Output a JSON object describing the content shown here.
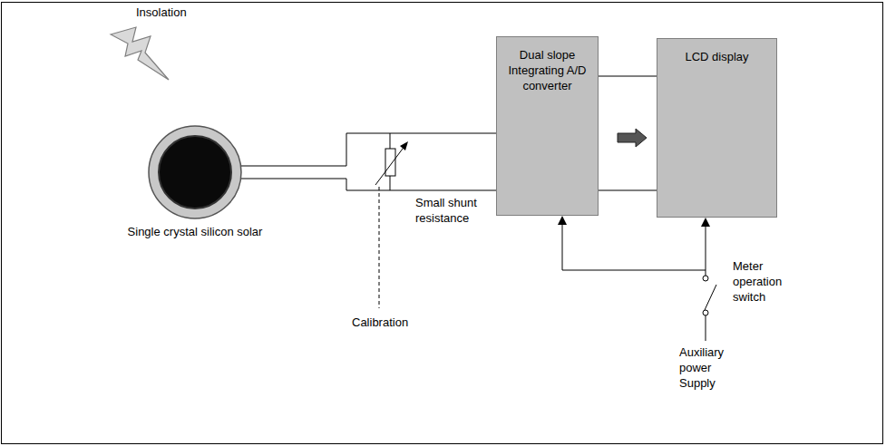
{
  "diagram": {
    "nodes": [
      {
        "text": [
          "Single crystal silicon solar"
        ]
      },
      {
        "text": [
          "Dual slope Integrating A/D converter"
        ]
      },
      {
        "text": [
          "LCD display"
        ]
      }
    ],
    "edges": [
      {
        "from": 0,
        "to": 1,
        "arrow": "none"
      },
      {
        "from": 0,
        "to": 1,
        "arrow": "none"
      },
      {
        "from": 1,
        "to": 2,
        "arrow": "none"
      },
      {
        "from": 1,
        "to": 2,
        "arrow": "none"
      },
      {
        "from": 1,
        "to": 2,
        "arrow": "to"
      }
    ],
    "labels": [
      "Insolation",
      "Small shunt resistance",
      "Calibration",
      "Meter operation switch",
      "Auxiliary power Supply"
    ]
  }
}
